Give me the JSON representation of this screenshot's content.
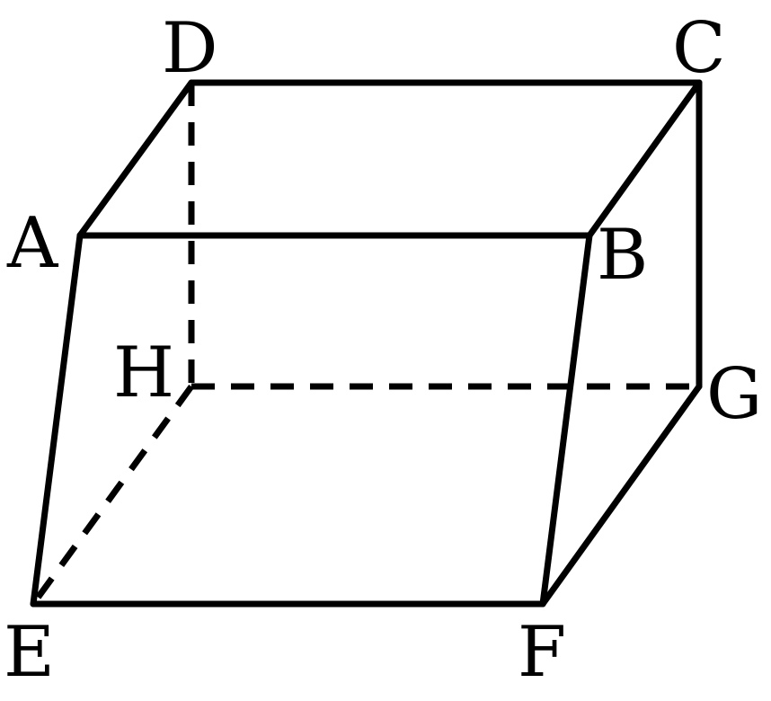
{
  "figure": {
    "type": "parallelepiped",
    "line_color": "#000000",
    "background": "#ffffff",
    "vertices": [
      "A",
      "B",
      "C",
      "D",
      "E",
      "F",
      "G",
      "H"
    ],
    "edges": [
      {
        "from": "A",
        "to": "B",
        "style": "solid"
      },
      {
        "from": "B",
        "to": "C",
        "style": "solid"
      },
      {
        "from": "C",
        "to": "D",
        "style": "solid"
      },
      {
        "from": "D",
        "to": "A",
        "style": "solid"
      },
      {
        "from": "A",
        "to": "E",
        "style": "solid"
      },
      {
        "from": "B",
        "to": "F",
        "style": "solid"
      },
      {
        "from": "C",
        "to": "G",
        "style": "solid"
      },
      {
        "from": "E",
        "to": "F",
        "style": "solid"
      },
      {
        "from": "F",
        "to": "G",
        "style": "solid"
      },
      {
        "from": "D",
        "to": "H",
        "style": "dashed"
      },
      {
        "from": "H",
        "to": "G",
        "style": "dashed"
      },
      {
        "from": "H",
        "to": "E",
        "style": "dashed"
      }
    ]
  },
  "labels": {
    "A": "A",
    "B": "B",
    "C": "C",
    "D": "D",
    "E": "E",
    "F": "F",
    "G": "G",
    "H": "H"
  }
}
